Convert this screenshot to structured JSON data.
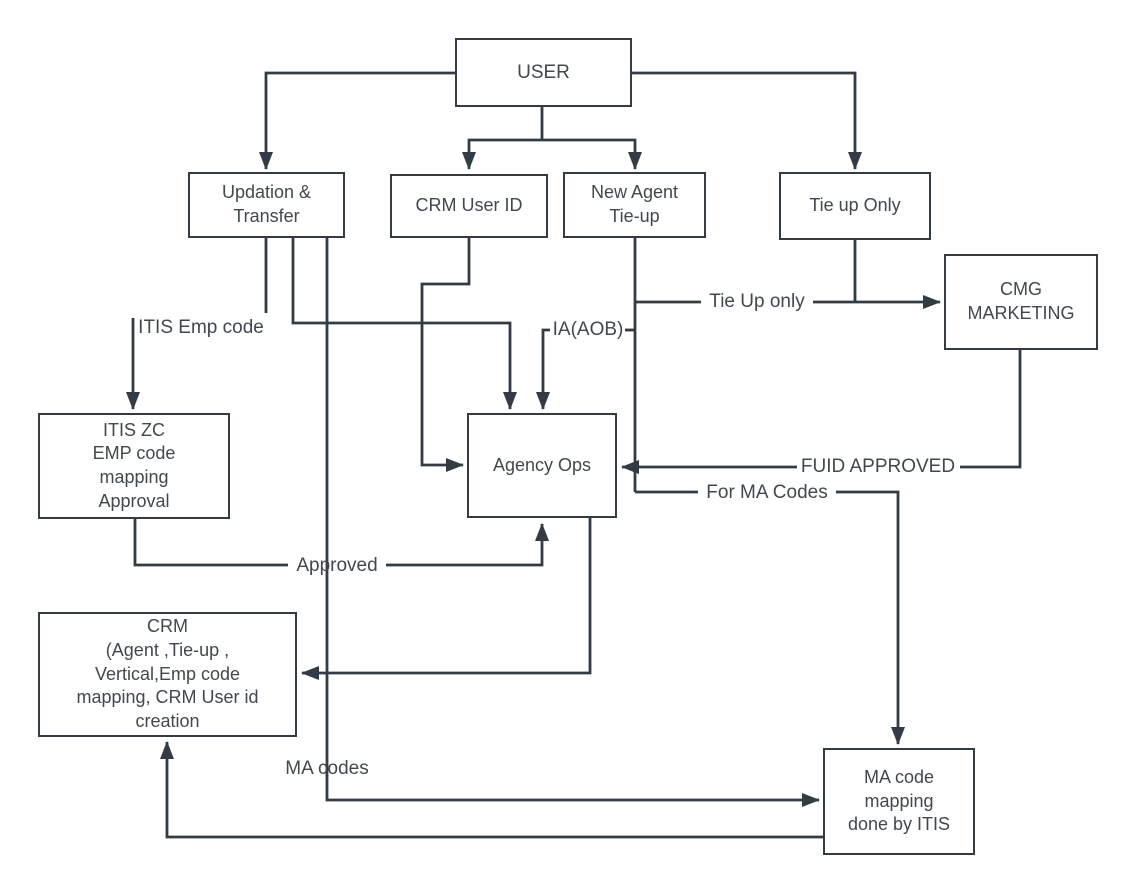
{
  "diagram": {
    "background": "#ffffff",
    "line_color": "#333c45",
    "text_color": "#414850",
    "nodes": {
      "user": "USER",
      "updation_transfer": "Updation &\nTransfer",
      "crm_user_id": "CRM User ID",
      "new_agent_tie_up": "New Agent\nTie-up",
      "tie_up_only": "Tie up Only",
      "cmg_marketing": "CMG\nMARKETING",
      "itis_zc": "ITIS ZC\nEMP code\nmapping\nApproval",
      "agency_ops": "Agency Ops",
      "crm": "CRM\n(Agent ,Tie-up ,\nVertical,Emp code\nmapping, CRM User id\ncreation",
      "ma_code_mapping": "MA code\nmapping\ndone by ITIS"
    },
    "edge_labels": {
      "itis_emp_code": "ITIS Emp code",
      "approved": "Approved",
      "ma_codes": "MA codes",
      "ia_aob": "IA(AOB)",
      "tie_up_only": "Tie Up only",
      "fuid_approved": "FUID APPROVED",
      "for_ma_codes": "For MA Codes"
    }
  }
}
